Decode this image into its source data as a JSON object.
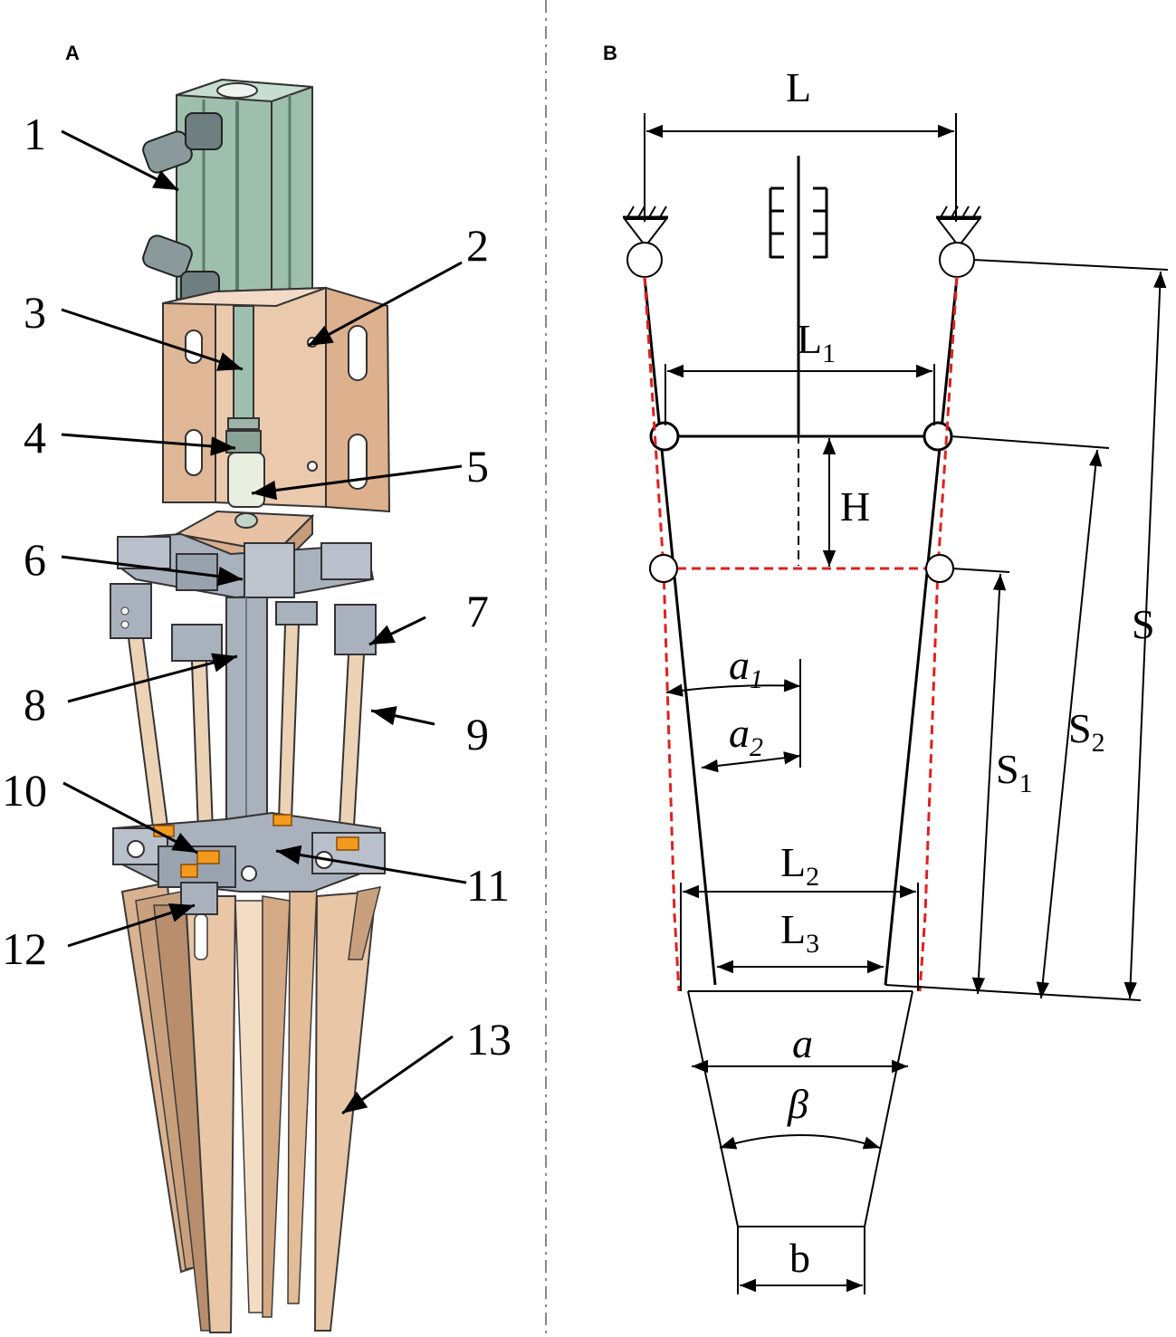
{
  "panels": {
    "a": {
      "letter": "A"
    },
    "b": {
      "letter": "B"
    }
  },
  "callouts": [
    "1",
    "2",
    "3",
    "4",
    "5",
    "6",
    "7",
    "8",
    "9",
    "10",
    "11",
    "12",
    "13"
  ],
  "dims": {
    "L": "L",
    "L1": {
      "base": "L",
      "sub": "1"
    },
    "L2": {
      "base": "L",
      "sub": "2"
    },
    "L3": {
      "base": "L",
      "sub": "3"
    },
    "H": "H",
    "S": "S",
    "S1": {
      "base": "S",
      "sub": "1"
    },
    "S2": {
      "base": "S",
      "sub": "2"
    },
    "a1": {
      "base": "a",
      "sub": "1"
    },
    "a2": {
      "base": "a",
      "sub": "2"
    },
    "a": "a",
    "beta": "β",
    "b": "b"
  },
  "colors": {
    "ink": "#000000",
    "dashed_red": "#e02020",
    "cylinder_green": "#9fbfae",
    "bracket_tan": "#e8c4a8",
    "grey_metal": "#a9b1bd",
    "finger_tan": "#e9c6a6",
    "rod_tan": "#ecd3b6",
    "orange_accent": "#f29a1e"
  }
}
